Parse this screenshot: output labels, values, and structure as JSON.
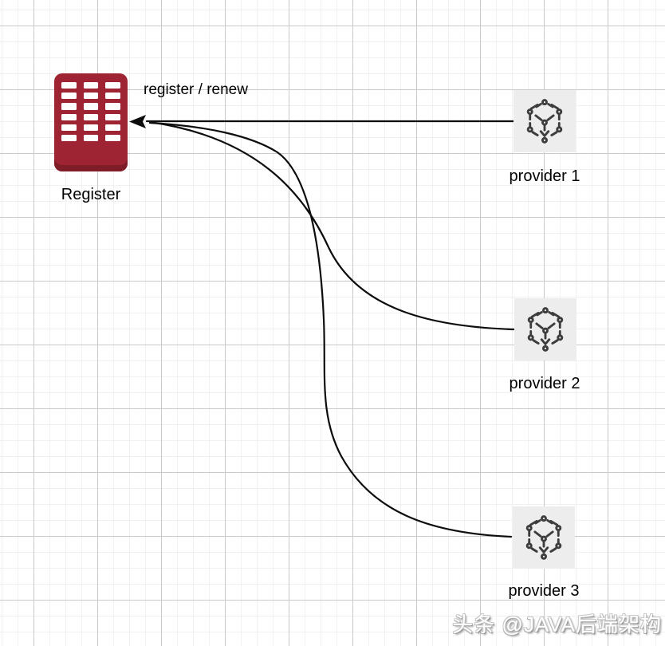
{
  "diagram": {
    "register": {
      "label": "Register",
      "icon": "building-grid-icon"
    },
    "edge_label": "register / renew",
    "providers": [
      {
        "label": "provider 1",
        "icon": "wireframe-cube-icon"
      },
      {
        "label": "provider 2",
        "icon": "wireframe-cube-icon"
      },
      {
        "label": "provider 3",
        "icon": "wireframe-cube-icon"
      }
    ],
    "edges": [
      {
        "from": "provider 1",
        "to": "Register",
        "style": "straight-arrow"
      },
      {
        "from": "provider 2",
        "to": "Register",
        "style": "curved"
      },
      {
        "from": "provider 3",
        "to": "Register",
        "style": "curved"
      }
    ],
    "colors": {
      "register_fill": "#9f2433",
      "register_shade": "#7e1c28",
      "provider_bg": "#ededed",
      "provider_glyph": "#3d3d3d",
      "line": "#0d0d0d",
      "grid_minor": "#f1f1f1",
      "grid_major": "#c9c9c9"
    },
    "watermark": "头条 @JAVA后端架构"
  }
}
